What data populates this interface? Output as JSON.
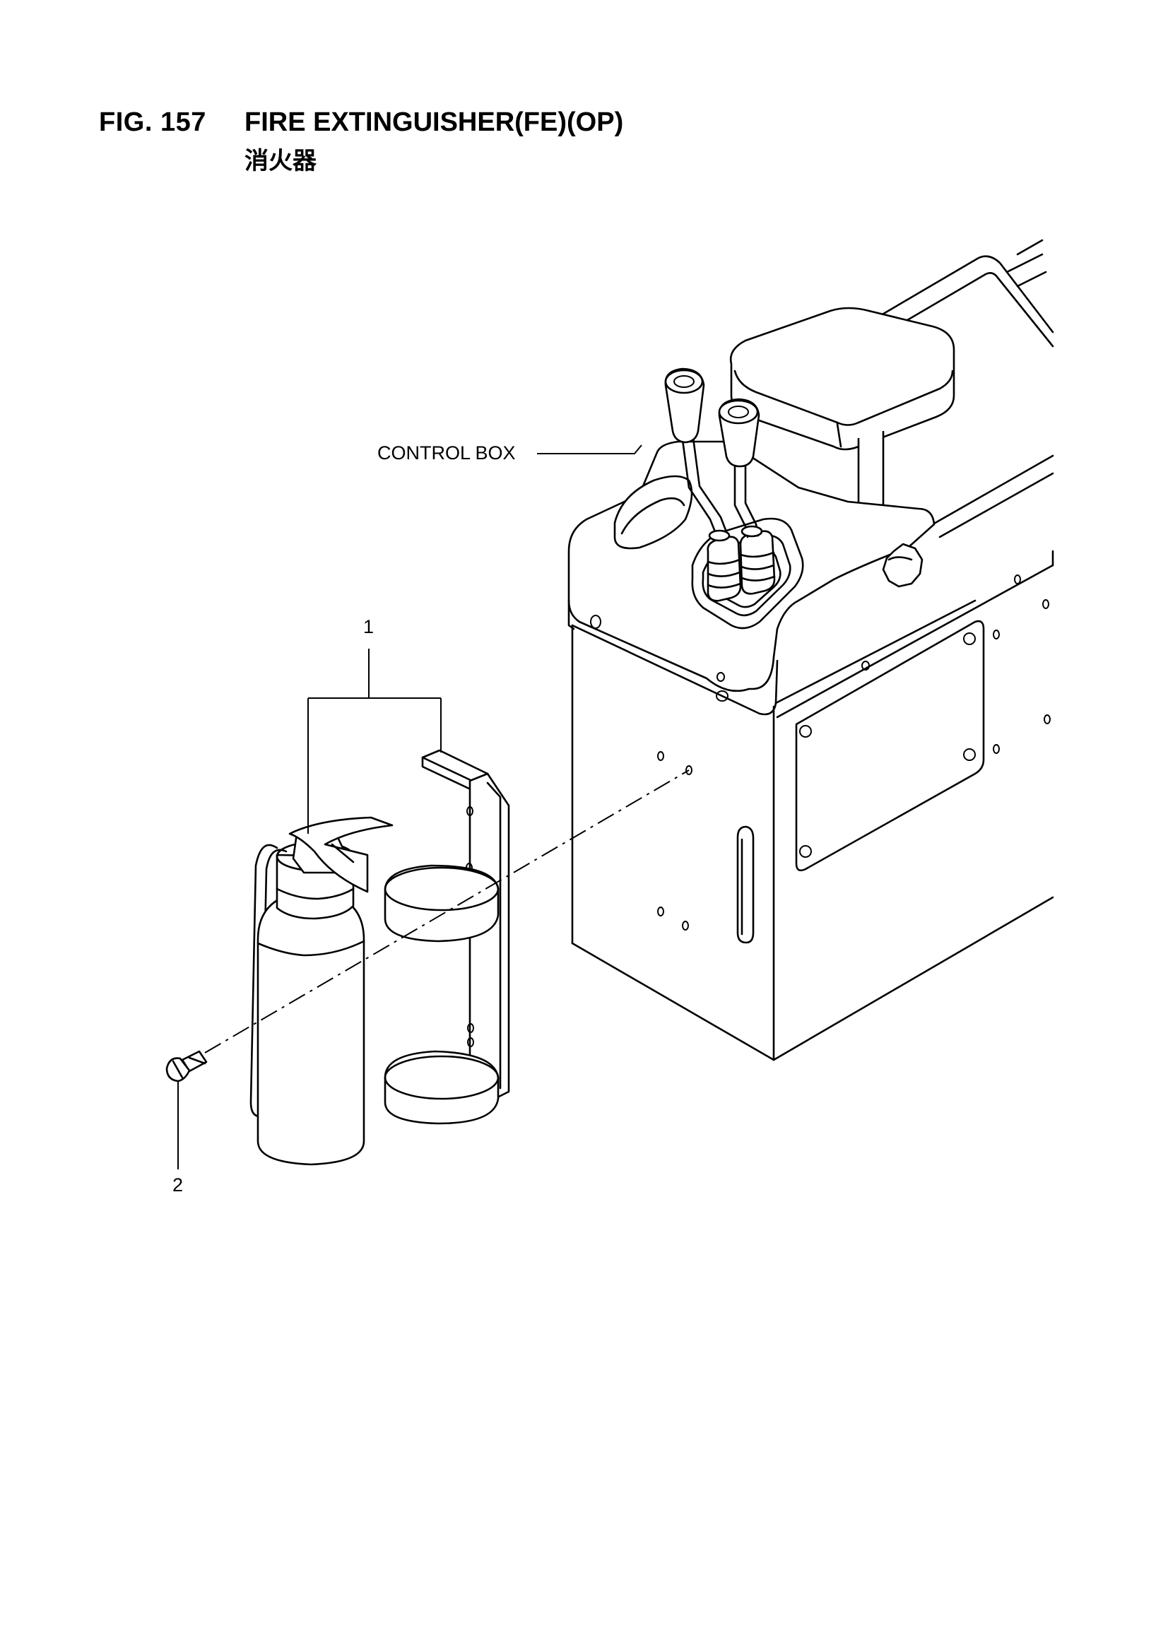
{
  "header": {
    "fig_number": "FIG. 157",
    "title": "FIRE EXTINGUISHER(FE)(OP)",
    "subtitle": "消火器"
  },
  "callouts": {
    "control_box": "CONTROL BOX",
    "item_1": "1",
    "item_2": "2"
  }
}
